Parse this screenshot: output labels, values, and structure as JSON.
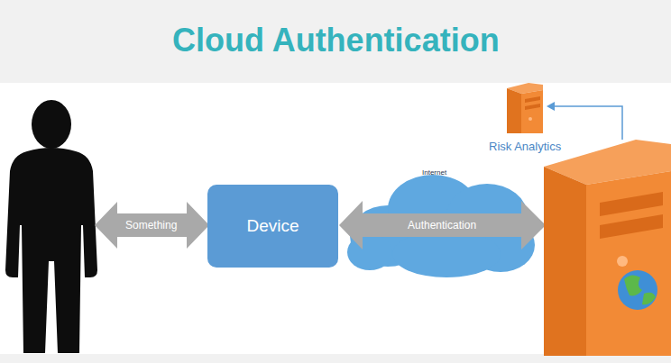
{
  "diagram": {
    "title": "Cloud Authentication",
    "nodes": [
      {
        "text": [
          "Device"
        ]
      },
      {
        "text": [
          "Internet"
        ]
      },
      {
        "text": [
          "Risk Analytics"
        ]
      }
    ],
    "labels": [
      "Something",
      "Authentication"
    ]
  }
}
